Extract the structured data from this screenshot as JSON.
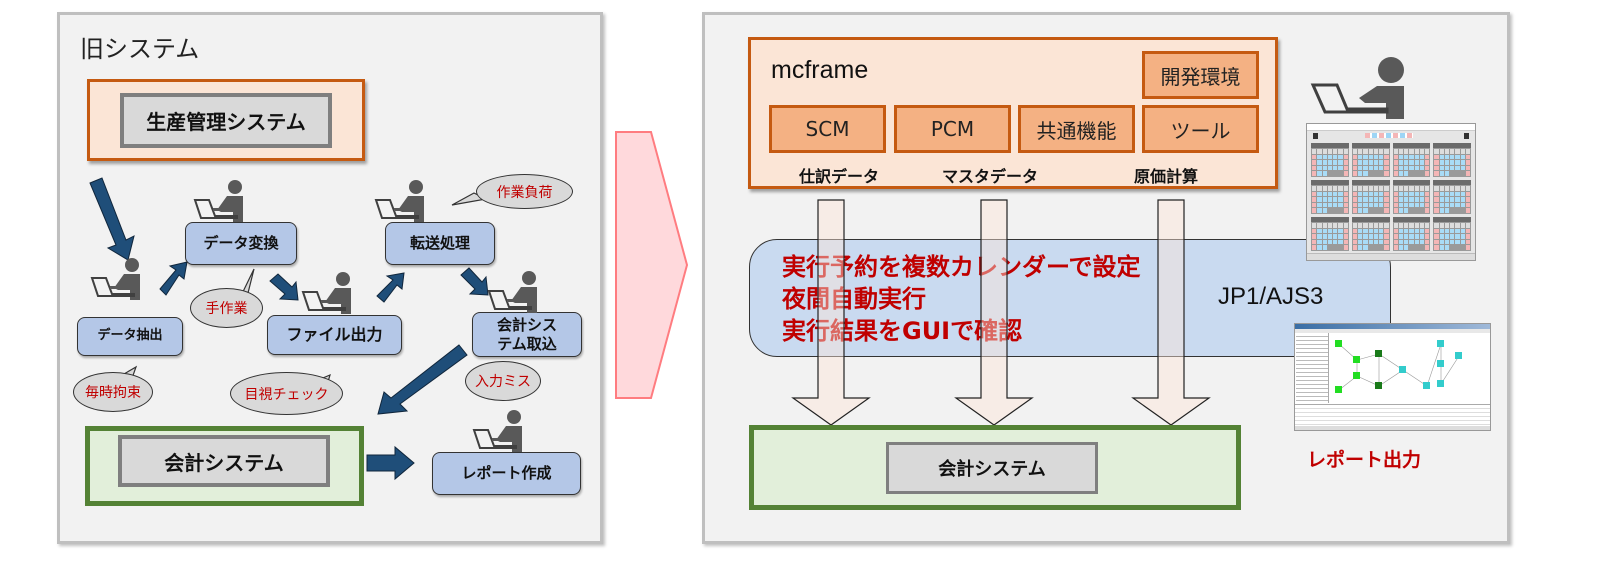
{
  "old_system": {
    "title": "旧システム",
    "production_system": "生産管理システム",
    "accounting_system": "会計システム",
    "steps": [
      {
        "label": "データ抽出"
      },
      {
        "label": "データ変換"
      },
      {
        "label": "ファイル出力"
      },
      {
        "label": "転送処理"
      },
      {
        "label": "会計システム取込",
        "line1": "会計シス",
        "line2": "テム取込"
      },
      {
        "label": "レポート作成"
      }
    ],
    "issues": [
      "毎時拘束",
      "手作業",
      "目視チェック",
      "作業負荷",
      "入力ミス"
    ]
  },
  "transition_arrow": {
    "color": "#ffd9dc"
  },
  "new_system": {
    "mcframe": {
      "name": "mcframe",
      "dev_env": "開発環境",
      "modules": [
        "SCM",
        "PCM",
        "共通機能",
        "ツール"
      ],
      "data_flows": [
        "仕訳データ",
        "マスタデータ",
        "原価計算"
      ]
    },
    "jp1": {
      "name": "JP1/AJS3",
      "features": [
        "実行予約を複数カレンダーで設定",
        "夜間自動実行",
        "実行結果をGUIで確認"
      ]
    },
    "accounting_system": "会計システム",
    "report_output": "レポート出力"
  },
  "colors": {
    "orange_border": "#c55a11",
    "orange_fill": "#fbe5d6",
    "module_fill": "#f4b183",
    "green_border": "#548235",
    "green_fill": "#e2efda",
    "blue_box": "#b4c7e7",
    "dark_arrow": "#1f4e79",
    "red_text": "#c00000"
  }
}
